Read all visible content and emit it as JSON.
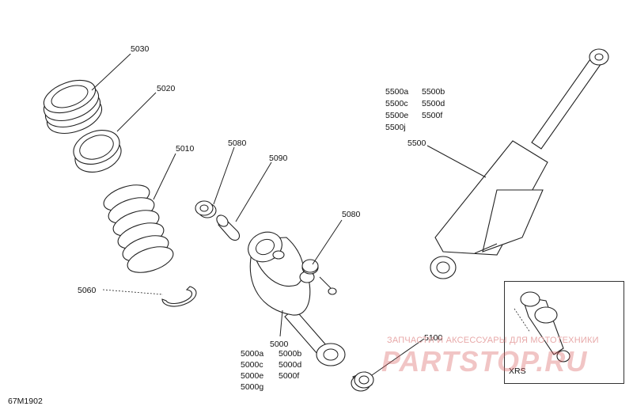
{
  "diagram_id": "67M1902",
  "parts": {
    "p5030": "5030",
    "p5020": "5020",
    "p5010": "5010",
    "p5060": "5060",
    "p5080a": "5080",
    "p5090": "5090",
    "p5080b": "5080",
    "p5000": "5000",
    "p5000a": "5000a",
    "p5000b": "5000b",
    "p5000c": "5000c",
    "p5000d": "5000d",
    "p5000e": "5000e",
    "p5000f": "5000f",
    "p5000g": "5000g",
    "p5100": "5100",
    "p5500": "5500",
    "p5500a": "5500a",
    "p5500b": "5500b",
    "p5500c": "5500c",
    "p5500d": "5500d",
    "p5500e": "5500e",
    "p5500f": "5500f",
    "p5500j": "5500j"
  },
  "inset_label": "XRS",
  "watermark": {
    "tagline": "ЗАПЧАСТИ И АКСЕССУАРЫ ДЛЯ МОТОТЕХНИКИ",
    "logo": "PARTSTOP.RU"
  }
}
